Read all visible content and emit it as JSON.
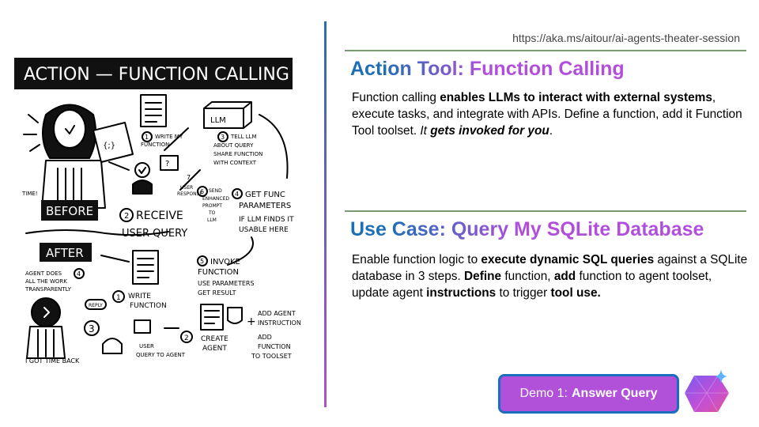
{
  "header": {
    "url": "https://aka.ms/aitour/ai-agents-theater-session"
  },
  "section1": {
    "title": "Action Tool: Function Calling",
    "segments": [
      {
        "text": "Function calling ",
        "style": "normal"
      },
      {
        "text": "enables LLMs to interact with external systems",
        "style": "bold"
      },
      {
        "text": ", execute tasks, and integrate with APIs. Define a function, add it Function Tool toolset. ",
        "style": "normal"
      },
      {
        "text": "It ",
        "style": "italic"
      },
      {
        "text": "gets invoked for you",
        "style": "bold-italic"
      },
      {
        "text": ".",
        "style": "normal"
      }
    ]
  },
  "section2": {
    "title": "Use Case: Query My SQLite Database",
    "segments": [
      {
        "text": "Enable function logic to ",
        "style": "normal"
      },
      {
        "text": "execute dynamic SQL queries",
        "style": "bold"
      },
      {
        "text": " against a SQLite database in 3 steps. ",
        "style": "normal"
      },
      {
        "text": "Define",
        "style": "bold"
      },
      {
        "text": " function, ",
        "style": "normal"
      },
      {
        "text": "add",
        "style": "bold"
      },
      {
        "text": " function to agent toolset, update agent ",
        "style": "normal"
      },
      {
        "text": "instructions",
        "style": "bold"
      },
      {
        "text": " to trigger ",
        "style": "normal"
      },
      {
        "text": "tool use.",
        "style": "bold"
      }
    ]
  },
  "demo_button": {
    "prefix": "Demo 1:",
    "label": "Answer Query"
  },
  "sketch": {
    "banner": "ACTION — FUNCTION CALLING",
    "before_label": "BEFORE",
    "after_label": "AFTER",
    "laptop_code": "{;}",
    "llm_label": "LLM",
    "notes_before": {
      "write_function": [
        "WRITE MY",
        "FUNCTION"
      ],
      "tell_llm": [
        "TELL LLM",
        "ABOUT QUERY",
        "SHARE FUNCTION",
        "WITH CONTEXT"
      ],
      "receive_query": [
        "RECEIVE",
        "USER QUERY"
      ],
      "user_response": [
        "USER",
        "RESPONSE"
      ],
      "send_prompt": [
        "SEND",
        "ENHANCED",
        "PROMPT",
        "TO",
        "LLM"
      ],
      "get_func": [
        "GET FUNC",
        "PARAMETERS"
      ],
      "if_llm_finds": [
        "IF LLM FINDS IT",
        "USABLE HERE"
      ],
      "invoke_function": [
        "INVOKE",
        "FUNCTION"
      ],
      "use_parameters": [
        "USE PARAMETERS",
        "GET RESULT"
      ],
      "time": "TIME!"
    },
    "notes_after": {
      "agent_does": [
        "AGENT DOES",
        "ALL THE WORK",
        "TRANSPARENTLY"
      ],
      "write_function": [
        "WRITE",
        "FUNCTION"
      ],
      "create_agent": [
        "CREATE",
        "AGENT"
      ],
      "add_instruction": [
        "ADD AGENT",
        "INSTRUCTION"
      ],
      "add_function": [
        "ADD",
        "FUNCTION",
        "TO TOOLSET"
      ],
      "user_query": [
        "USER",
        "QUERY TO AGENT"
      ],
      "reply": "REPLY",
      "got_time": "I GOT TIME BACK"
    },
    "numbers": {
      "n1": "1",
      "n2": "2",
      "n3": "3",
      "n4": "4",
      "n5": "5",
      "n6": "6",
      "n7": "7"
    }
  },
  "colors": {
    "title_blue": "#1f6fb5",
    "title_purple": "#b14fdc",
    "button_fill": "#b150d8",
    "button_border": "#1a6ec0",
    "divider_top": "#2b6fa8",
    "divider_bottom": "#b04fc8"
  },
  "icons": {
    "logo": "gem-sparkle-icon"
  }
}
